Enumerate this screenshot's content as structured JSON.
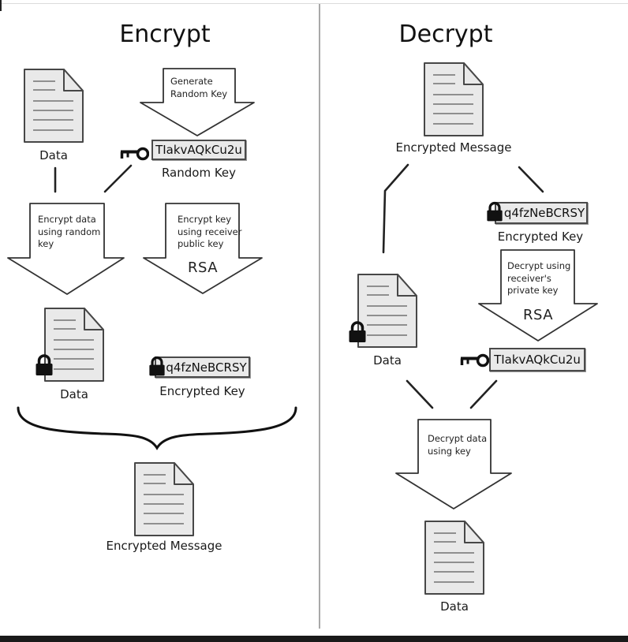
{
  "colors": {
    "background": "#ffffff",
    "doc_fill": "#e9e9e9",
    "keybox_fill": "#e9e9e9",
    "outline": "#333333",
    "divider": "#a8a8a8",
    "bottom_bar": "#1a1a1a"
  },
  "encrypt": {
    "title": "Encrypt",
    "data_doc_label": "Data",
    "generate_key_arrow": "Generate Random Key",
    "random_key_value": "TIakvAQkCu2u",
    "random_key_label": "Random Key",
    "encrypt_data_arrow": "Encrypt data using random key",
    "encrypt_key_arrow": "Encrypt key using receiver public key",
    "rsa_label": "RSA",
    "locked_data_label": "Data",
    "encrypted_key_value": "q4fzNeBCRSY",
    "encrypted_key_label": "Encrypted Key",
    "output_label": "Encrypted Message"
  },
  "decrypt": {
    "title": "Decrypt",
    "input_label": "Encrypted Message",
    "encrypted_key_value": "q4fzNeBCRSY",
    "encrypted_key_label": "Encrypted Key",
    "decrypt_key_arrow": "Decrypt using receiver's private key",
    "rsa_label": "RSA",
    "locked_data_label": "Data",
    "recovered_key_value": "TIakvAQkCu2u",
    "decrypt_data_arrow": "Decrypt data using key",
    "output_label": "Data"
  }
}
